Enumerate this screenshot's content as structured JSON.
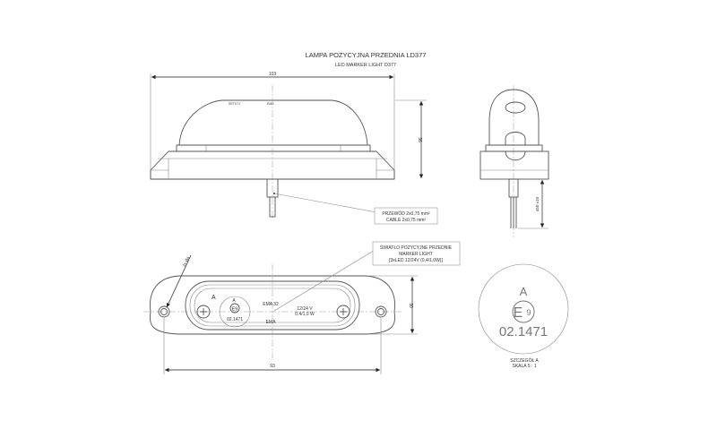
{
  "title": {
    "main": "LAMPA POZYCYJNA PRZEDNIA LD377",
    "sub": "LED MARKER LIGHT D377"
  },
  "dimensions": {
    "overall_length": "103",
    "height": "36",
    "cable_length": "450 ±10",
    "hole_spacing": "93",
    "width": "30",
    "hole_diameter": "2x Ø4"
  },
  "callouts": {
    "cable_pl": "PRZEWÓD 2x0,75 mm²",
    "cable_en": "CABLE 2x0,75 mm²",
    "light_pl": "ŚWIATŁO POZYCYJNE PRZEDNIE",
    "light_en": "MARKER LIGHT",
    "light_spec": "[3xLED 12/24V (0,4/1,0W)]"
  },
  "lens_markings": {
    "detail_ref": "A",
    "approval_mark": "E9",
    "approval_letter": "E",
    "approval_digit": "9",
    "approval_number": "02.1471",
    "maker": "EMA 32",
    "maker_bottom": "EMA",
    "voltage": "12/24 V",
    "power": "0,4/1,0 W",
    "dome_text_1": "SETX71",
    "dome_text_2": "EMA"
  },
  "detail": {
    "label": "SZCZEGÓŁ A",
    "scale": "SKALA 5 : 1"
  }
}
